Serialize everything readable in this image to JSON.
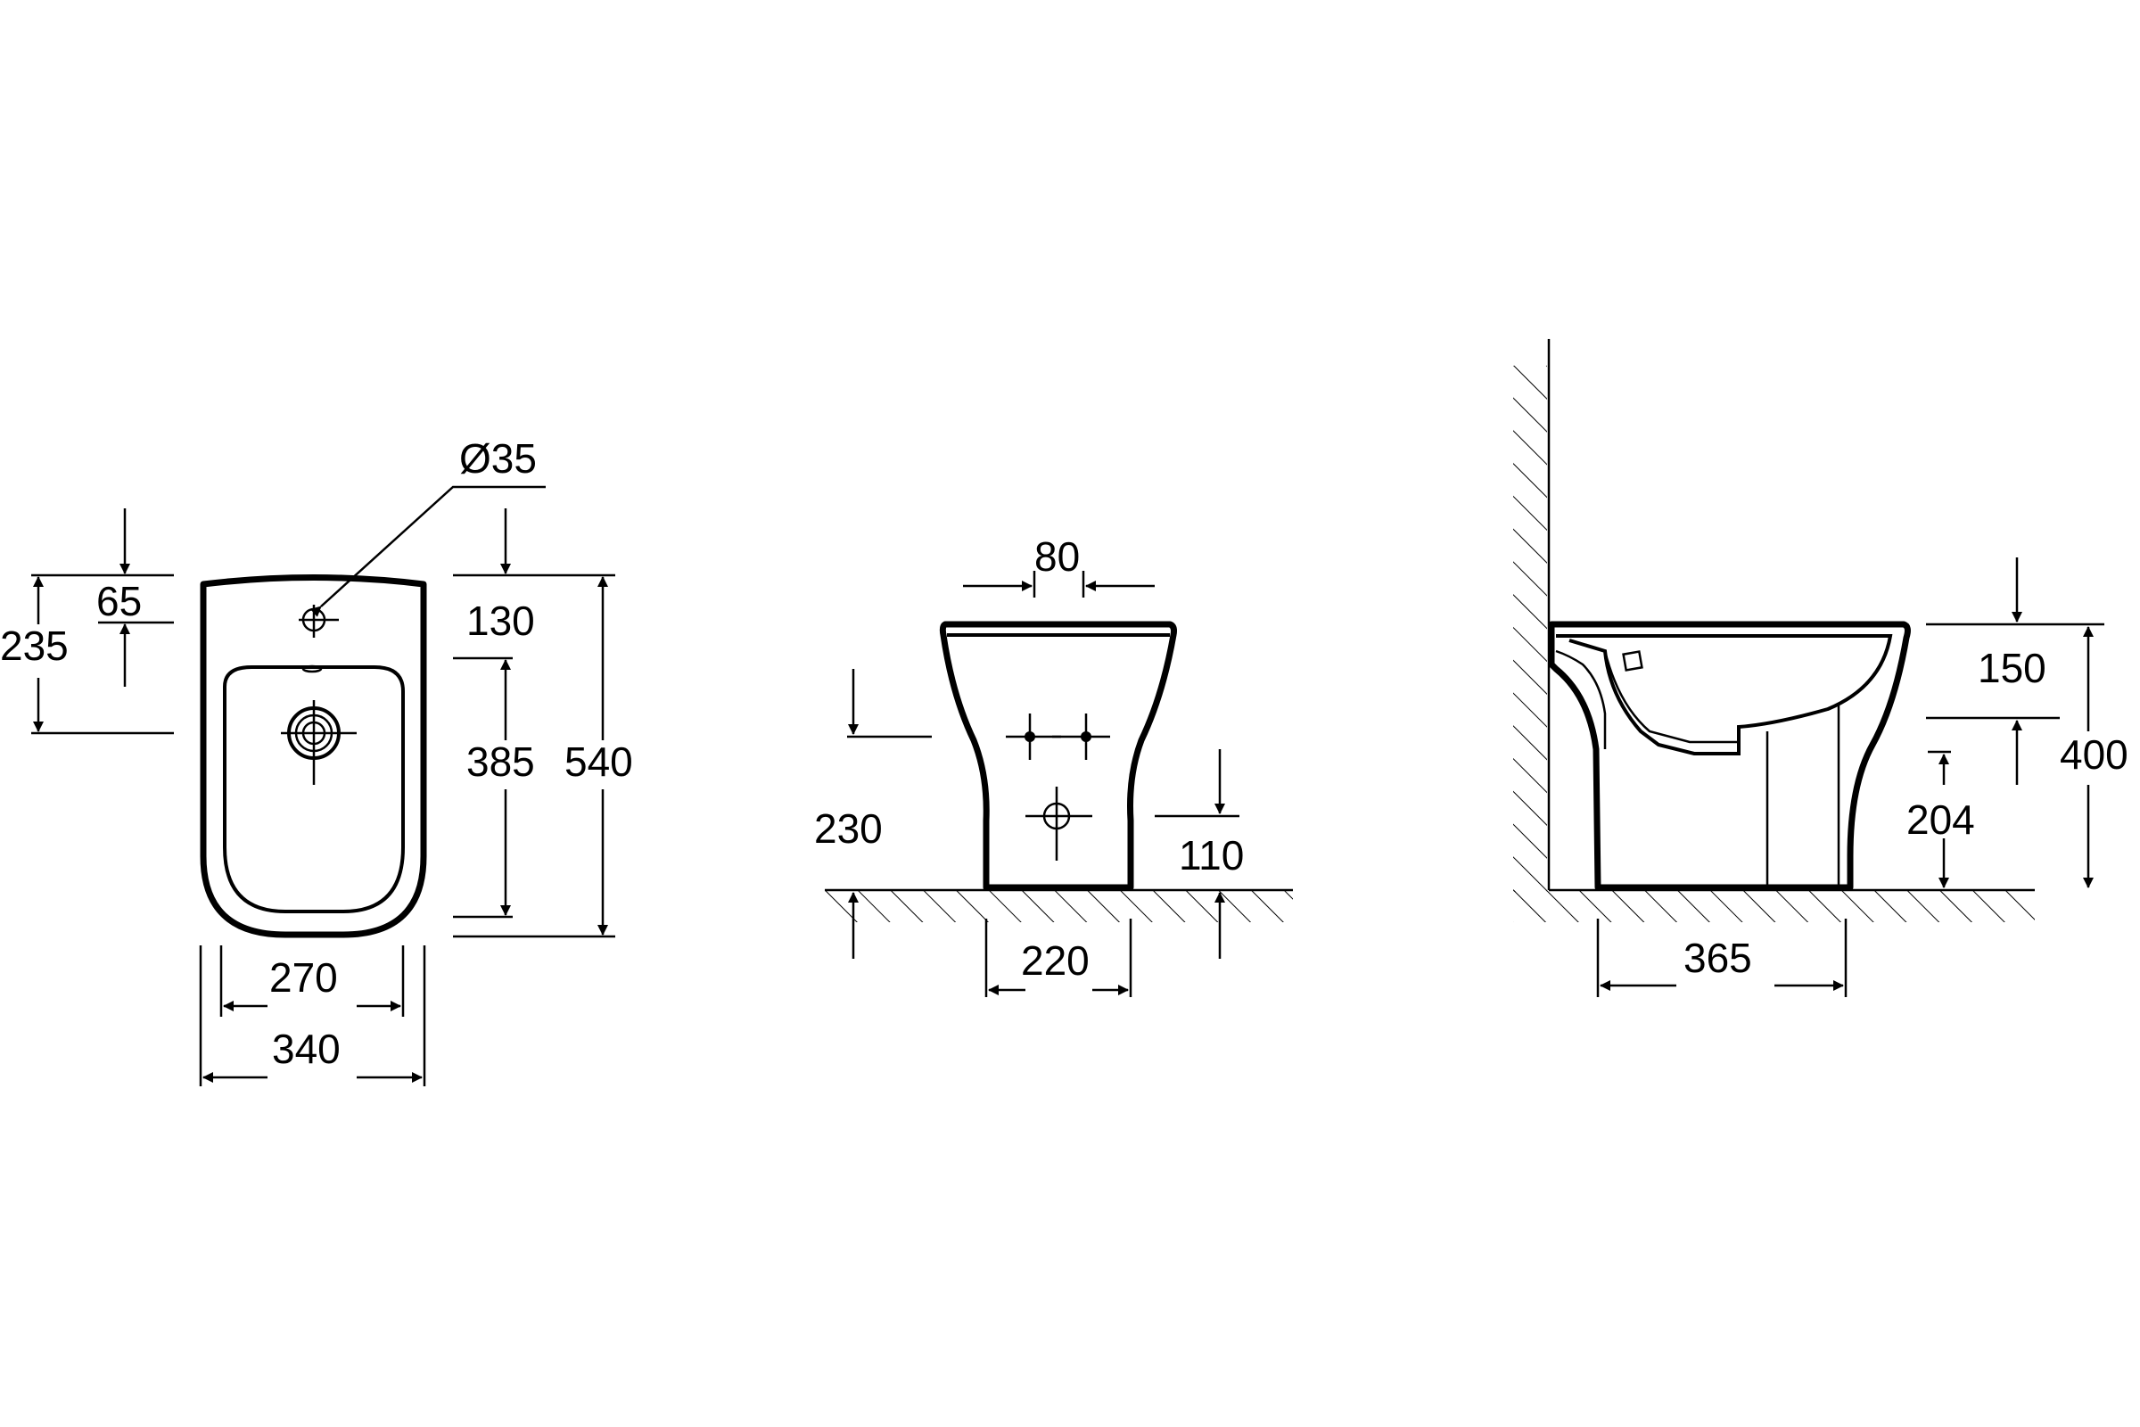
{
  "top_view": {
    "hole_diameter": "Ø35",
    "dim_65": "65",
    "dim_235": "235",
    "dim_130": "130",
    "dim_385": "385",
    "dim_540": "540",
    "dim_270": "270",
    "dim_340": "340"
  },
  "front_view": {
    "dim_80": "80",
    "dim_230": "230",
    "dim_110": "110",
    "dim_220": "220"
  },
  "side_view": {
    "dim_150": "150",
    "dim_400": "400",
    "dim_204": "204",
    "dim_365": "365"
  }
}
